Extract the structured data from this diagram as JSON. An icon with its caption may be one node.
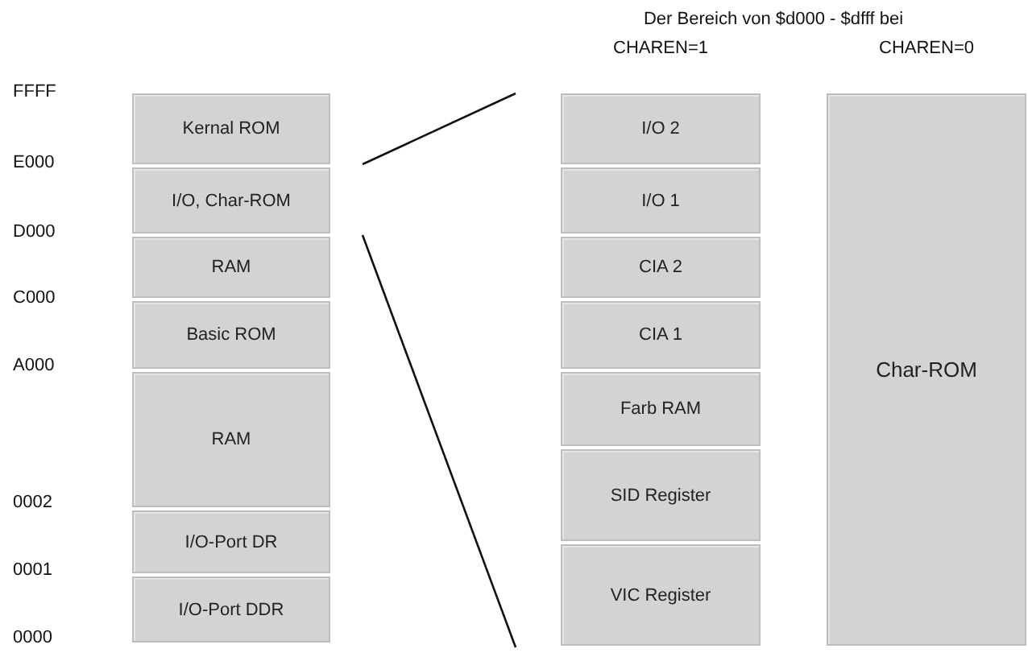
{
  "diagram": {
    "title": "Der Bereich von $d000 - $dfff bei",
    "nodes": [
      {
        "text": [
          "Kernal ROM"
        ]
      },
      {
        "text": [
          "I/O, Char-ROM"
        ]
      },
      {
        "text": [
          "RAM"
        ]
      },
      {
        "text": [
          "Basic ROM"
        ]
      },
      {
        "text": [
          "RAM"
        ]
      },
      {
        "text": [
          "I/O-Port DR"
        ]
      },
      {
        "text": [
          "I/O-Port DDR"
        ]
      },
      {
        "text": [
          "I/O 2"
        ]
      },
      {
        "text": [
          "I/O 1"
        ]
      },
      {
        "text": [
          "CIA 2"
        ]
      },
      {
        "text": [
          "CIA 1"
        ]
      },
      {
        "text": [
          "Farb RAM"
        ]
      },
      {
        "text": [
          "SID Register"
        ]
      },
      {
        "text": [
          "VIC Register"
        ]
      },
      {
        "text": [
          "Char-ROM"
        ]
      }
    ],
    "edges": [],
    "labels": [
      "CHAREN=1",
      "CHAREN=0",
      "FFFF",
      "E000",
      "D000",
      "C000",
      "A000",
      "0002",
      "0001",
      "0000"
    ]
  }
}
